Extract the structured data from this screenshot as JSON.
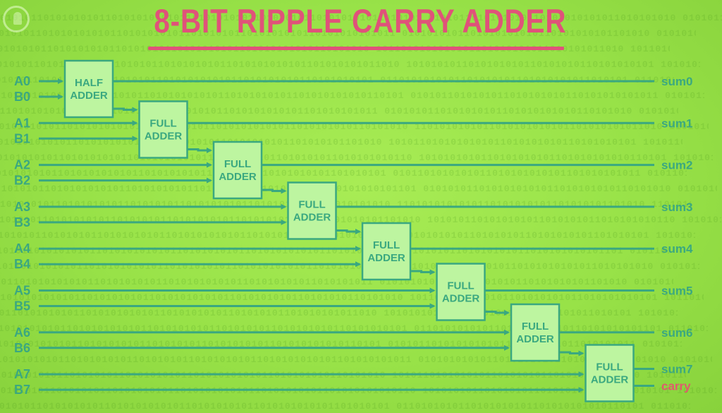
{
  "title": "8-BIT RIPPLE CARRY ADDER",
  "colors": {
    "background": "#9ae64a",
    "title": "#e0527a",
    "wire": "#3aa880",
    "box_fill": "#bdf5a0",
    "carry_label": "#e05a6e"
  },
  "inputs": [
    {
      "a": "A0",
      "b": "B0"
    },
    {
      "a": "A1",
      "b": "B1"
    },
    {
      "a": "A2",
      "b": "B2"
    },
    {
      "a": "A3",
      "b": "B3"
    },
    {
      "a": "A4",
      "b": "B4"
    },
    {
      "a": "A5",
      "b": "B5"
    },
    {
      "a": "A6",
      "b": "B6"
    },
    {
      "a": "A7",
      "b": "B7"
    }
  ],
  "adders": [
    {
      "line1": "HALF",
      "line2": "ADDER"
    },
    {
      "line1": "FULL",
      "line2": "ADDER"
    },
    {
      "line1": "FULL",
      "line2": "ADDER"
    },
    {
      "line1": "FULL",
      "line2": "ADDER"
    },
    {
      "line1": "FULL",
      "line2": "ADDER"
    },
    {
      "line1": "FULL",
      "line2": "ADDER"
    },
    {
      "line1": "FULL",
      "line2": "ADDER"
    },
    {
      "line1": "FULL",
      "line2": "ADDER"
    }
  ],
  "outputs": [
    "sum0",
    "sum1",
    "sum2",
    "sum3",
    "sum4",
    "sum5",
    "sum6",
    "sum7"
  ],
  "carry_out": "carry",
  "background_pattern": "01010110101010101101010101010110101010101101010101101010101011010101"
}
